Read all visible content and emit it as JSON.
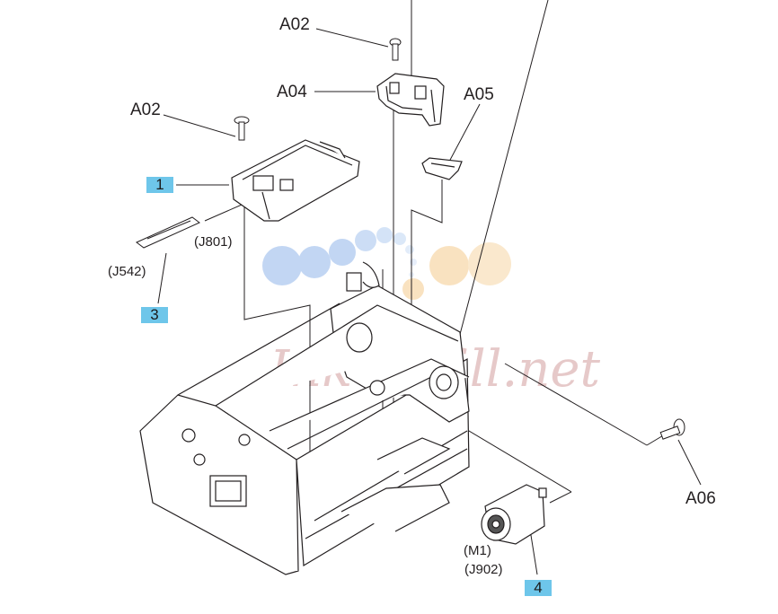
{
  "labels": {
    "a02_top": "A02",
    "a04": "A04",
    "a05": "A05",
    "a02_left": "A02",
    "a06": "A06",
    "j801": "(J801)",
    "j542": "(J542)",
    "m1": "(M1)",
    "j902": "(J902)",
    "callout_1": "1",
    "callout_3": "3",
    "callout_4": "4"
  },
  "watermark": {
    "text": "Ink-Refill.net"
  },
  "colors": {
    "callout_bg": "#6ec6ea",
    "line": "#231f20",
    "watermark_blue": "#a9c6ee",
    "watermark_orange": "#f7d6a6"
  }
}
